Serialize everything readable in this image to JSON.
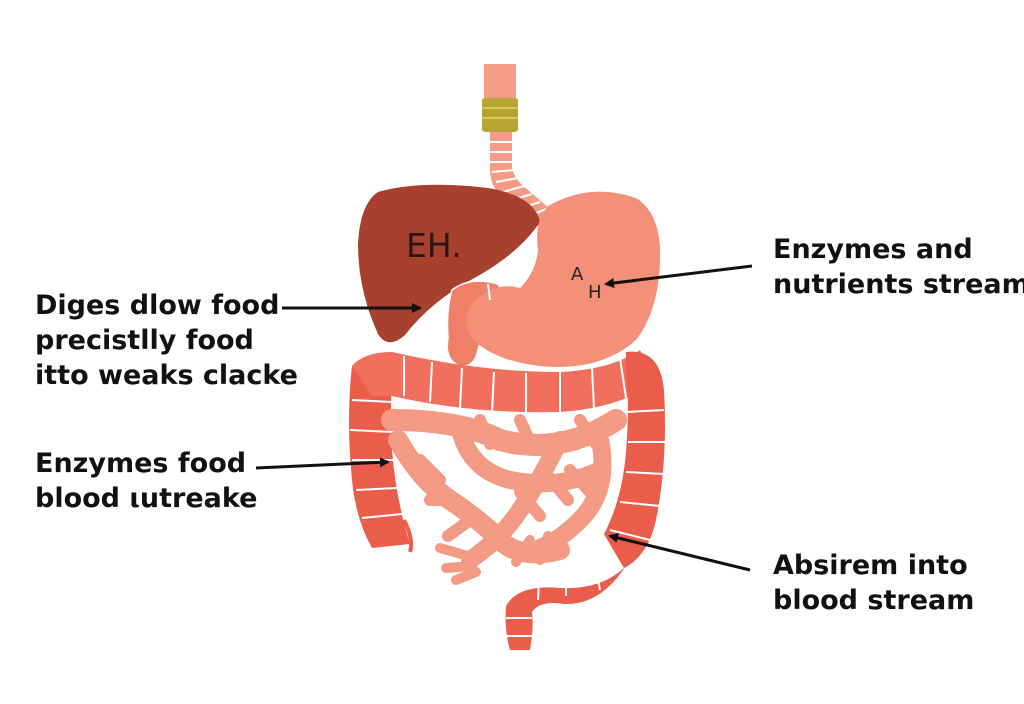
{
  "labels": {
    "liver_callout": [
      "Diges dlow food",
      "precistlly food",
      "itto weaks clacke"
    ],
    "small_intestine_callout": [
      "Enzymes food",
      "blood ιutreake"
    ],
    "stomach_callout": [
      "Enzymes and",
      "nutrients stream"
    ],
    "colon_callout": [
      "Absirem into",
      "blood stream"
    ]
  },
  "organ_text": {
    "liver": "EH.",
    "stomach_a": "A",
    "stomach_h": "H"
  },
  "colors": {
    "esophagus": "#f49a86",
    "esophagus_band": "#b8a432",
    "liver": "#a8402e",
    "stomach": "#f48f78",
    "gallbladder": "#f07f68",
    "colon": "#ea5d4b",
    "colon_light": "#f0705d",
    "small_intestine": "#f39a85",
    "outline": "#ffffff",
    "arrow": "#111111"
  }
}
